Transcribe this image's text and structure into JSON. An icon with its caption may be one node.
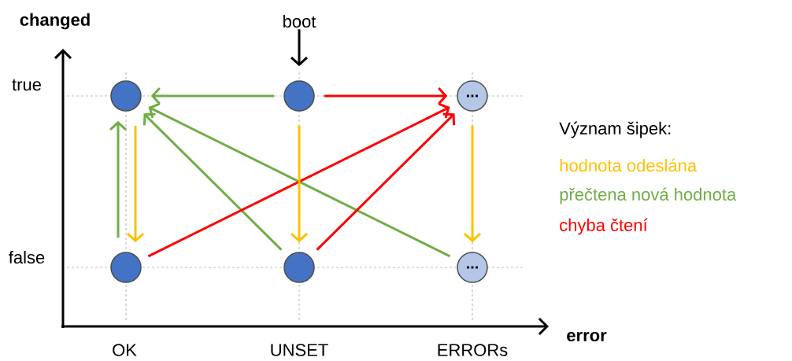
{
  "diagram": {
    "nodes": [
      {
        "text": [],
        "shape": "circle"
      },
      {
        "text": [],
        "shape": "circle"
      },
      {
        "text": [
          "..."
        ]
      },
      {
        "text": [],
        "shape": "circle"
      },
      {
        "text": [],
        "shape": "circle"
      },
      {
        "text": [
          "..."
        ]
      },
      {
        "text": [
          "boot"
        ]
      }
    ],
    "edges": [
      {
        "from": 6,
        "to": 1,
        "arrow": "to",
        "color": "#000000"
      },
      {
        "from": 1,
        "to": 0,
        "arrow": "to",
        "color": "#70ad47"
      },
      {
        "from": 1,
        "to": 2,
        "arrow": "to",
        "color": "#ff0000"
      },
      {
        "from": 3,
        "to": 0,
        "arrow": "to",
        "color": "#70ad47"
      },
      {
        "from": 0,
        "to": 3,
        "arrow": "to",
        "color": "#ffc000"
      },
      {
        "from": 4,
        "to": 0,
        "arrow": "to",
        "color": "#70ad47"
      },
      {
        "from": 5,
        "to": 0,
        "arrow": "to",
        "color": "#70ad47"
      },
      {
        "from": 3,
        "to": 2,
        "arrow": "to",
        "color": "#ff0000"
      },
      {
        "from": 1,
        "to": 4,
        "arrow": "to",
        "color": "#ffc000"
      },
      {
        "from": 4,
        "to": 2,
        "arrow": "to",
        "color": "#ff0000"
      },
      {
        "from": 2,
        "to": 5,
        "arrow": "to",
        "color": "#ffc000"
      }
    ],
    "labels": [
      "changed",
      "true",
      "false",
      "OK",
      "UNSET",
      "ERRORs",
      "error",
      "Význam šipek:"
    ],
    "legend": [
      {
        "text": "hodnota odeslána",
        "color": "#ffc000"
      },
      {
        "text": "přečtena nová hodnota",
        "color": "#70ad47"
      },
      {
        "text": "chyba čtení",
        "color": "#ff0000"
      }
    ]
  }
}
